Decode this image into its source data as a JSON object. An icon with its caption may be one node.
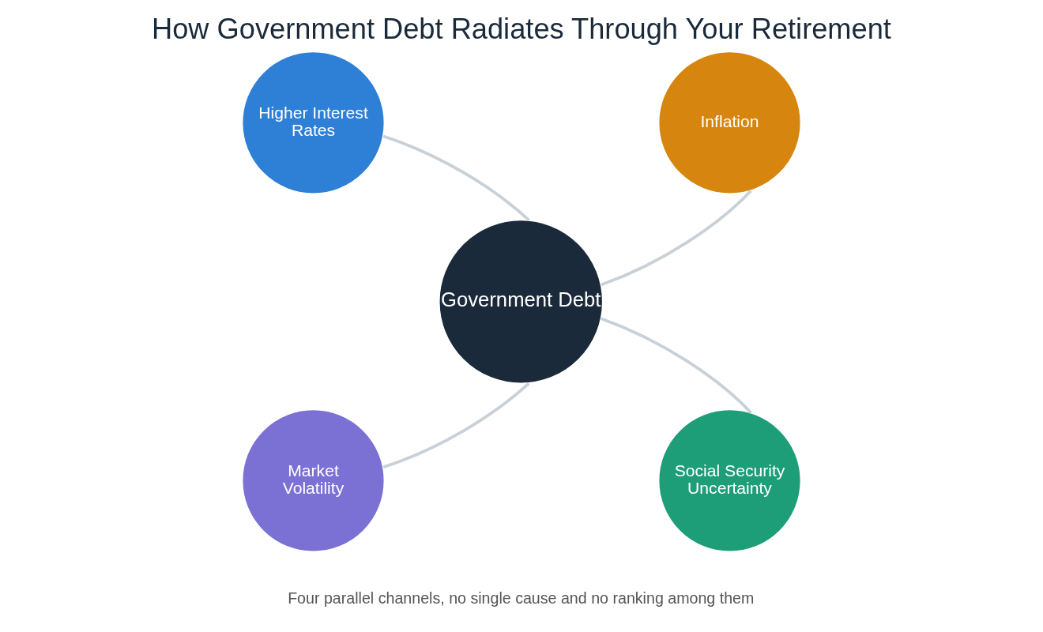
{
  "diagram": {
    "title": "How Government Debt Radiates Through Your Retirement",
    "caption": "Four parallel channels, no single cause and no ranking among them",
    "nodes": [
      {
        "text": [
          "Government Debt"
        ]
      },
      {
        "text": [
          "Higher Interest Rates"
        ]
      },
      {
        "text": [
          "Inflation"
        ]
      },
      {
        "text": [
          "Market Volatility"
        ]
      },
      {
        "text": [
          "Social Security Uncertainty"
        ]
      }
    ],
    "edges": [
      {
        "from": 0,
        "to": 1,
        "arrow": "none"
      },
      {
        "from": 0,
        "to": 2,
        "arrow": "none"
      },
      {
        "from": 0,
        "to": 3,
        "arrow": "none"
      },
      {
        "from": 0,
        "to": 4,
        "arrow": "none"
      }
    ]
  }
}
